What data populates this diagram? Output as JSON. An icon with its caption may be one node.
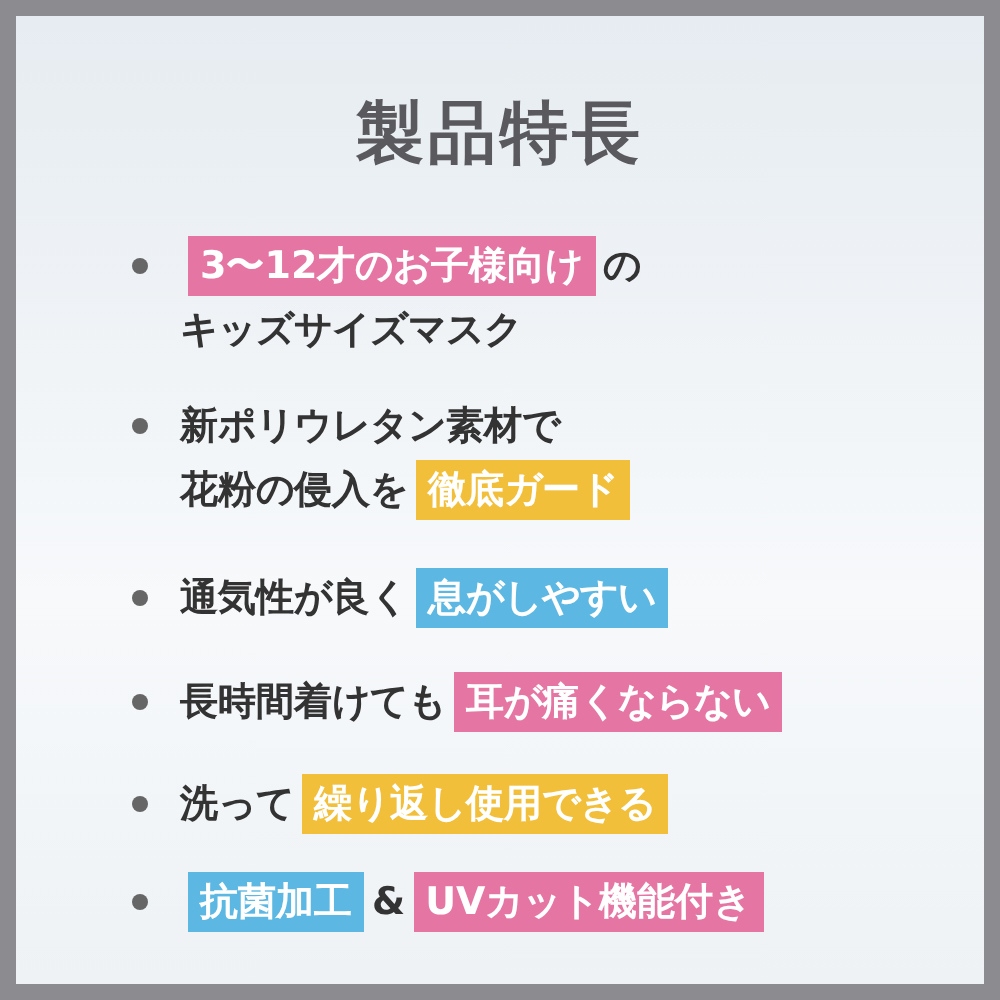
{
  "diagram": {
    "title": "製品特長",
    "labels": [
      "3〜12才のお子様向け",
      "の",
      "キッズサイズマスク",
      "新ポリウレタン素材で",
      "花粉の侵入を",
      "徹底ガード",
      "通気性が良く",
      "息がしやすい",
      "長時間着けても",
      "耳が痛くならない",
      "洗って",
      "繰り返し使用できる",
      "抗菌加工",
      "&",
      "UVカット機能付き"
    ]
  }
}
